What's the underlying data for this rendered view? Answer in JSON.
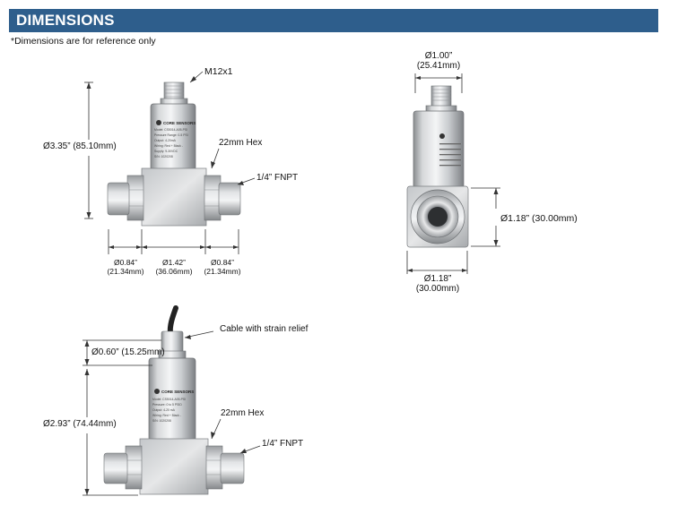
{
  "header": {
    "title": "DIMENSIONS",
    "bar_color": "#2e5e8c"
  },
  "note": "*Dimensions are for reference only",
  "figure1": {
    "label_connector": "M12x1",
    "label_height": "Ø3.35” (85.10mm)",
    "label_hex": "22mm Hex",
    "label_thread": "1/4” FNPT",
    "bottom_dims": [
      {
        "value": "Ø0.84”",
        "metric": "(21.34mm)"
      },
      {
        "value": "Ø1.42”",
        "metric": "(36.06mm)"
      },
      {
        "value": "Ø0.84”",
        "metric": "(21.34mm)"
      }
    ],
    "housing_text": [
      "CORE SENSORS",
      "Model: CS5014-A05-PSI",
      "Pressure Range: 0-5 PSI",
      "Output: 4-20mA",
      "Wiring: Red + Black -",
      "Supply: 9-30VDC",
      "S/N: 1020208"
    ]
  },
  "figure2": {
    "top_value": "Ø1.00”",
    "top_metric": "(25.41mm)",
    "right_label": "Ø1.18” (30.00mm)",
    "bottom_value": "Ø1.18”",
    "bottom_metric": "(30.00mm)"
  },
  "figure3": {
    "label_cable": "Cable with strain relief",
    "label_top": "Ø0.60” (15.25mm)",
    "label_height": "Ø2.93” (74.44mm)",
    "label_hex": "22mm Hex",
    "label_thread": "1/4” FNPT",
    "housing_text": [
      "CORE SENSORS",
      "Model: CS5014-A05-PSI",
      "Pressure: 0 to 5 PSID",
      "Output: 4-20 mA",
      "Wiring: Red + Black -",
      "S/N: 1020208"
    ]
  }
}
